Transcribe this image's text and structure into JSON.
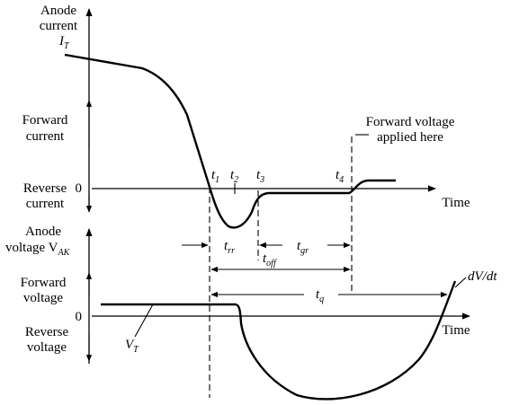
{
  "labels": {
    "anode_current_line1": "Anode",
    "anode_current_line2": "current",
    "it_main": "I",
    "it_sub": "T",
    "forward_current_line1": "Forward",
    "forward_current_line2": "current",
    "reverse_current_line1": "Reverse",
    "reverse_current_line2": "current",
    "zero_top": "0",
    "time_top": "Time",
    "forward_voltage_note_line1": "Forward voltage",
    "forward_voltage_note_line2": "applied here",
    "anode_voltage_line1": "Anode",
    "anode_voltage_line2_text": "voltage V",
    "anode_voltage_sub": "AK",
    "forward_voltage_line1": "Forward",
    "forward_voltage_line2": "voltage",
    "reverse_voltage_line1": "Reverse",
    "reverse_voltage_line2": "voltage",
    "zero_bottom": "0",
    "time_bottom": "Time",
    "vt_main": "V",
    "vt_sub": "T",
    "dvdt": "dV/dt"
  },
  "time_marks": {
    "t1_main": "t",
    "t1_sub": "1",
    "t2_main": "t",
    "t2_sub": "2",
    "t3_main": "t",
    "t3_sub": "3",
    "t4_main": "t",
    "t4_sub": "4"
  },
  "intervals": {
    "trr_main": "t",
    "trr_sub": "rr",
    "tgr_main": "t",
    "tgr_sub": "gr",
    "toff_main": "t",
    "toff_sub": "off",
    "tq_main": "t",
    "tq_sub": "q"
  }
}
